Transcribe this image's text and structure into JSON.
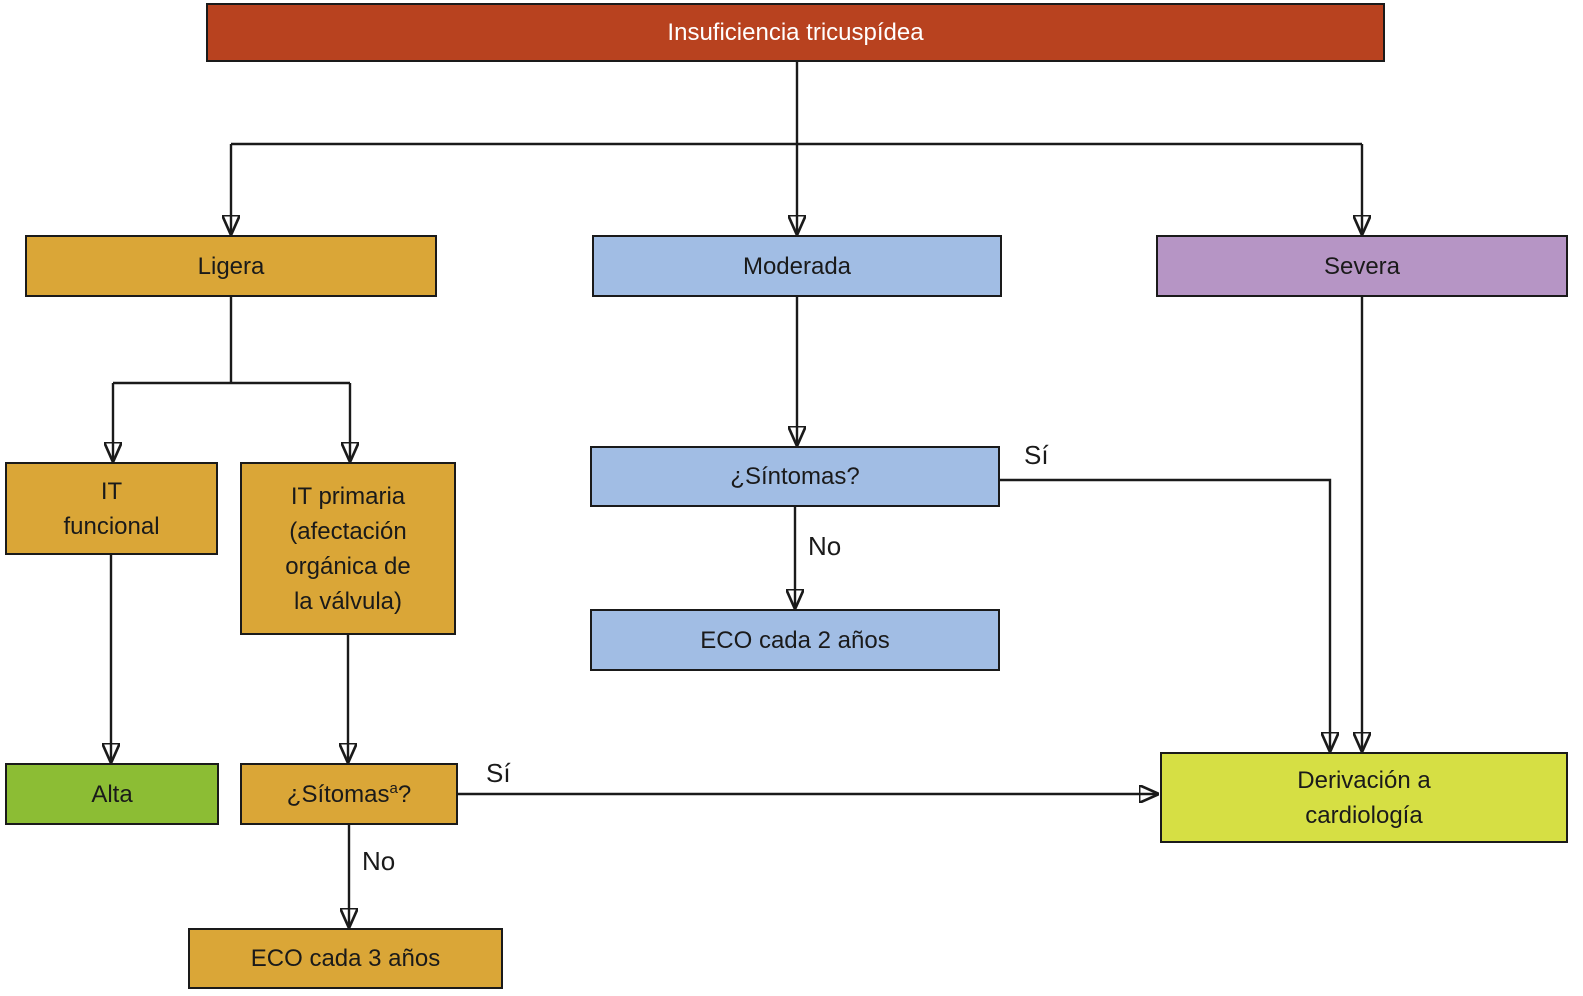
{
  "diagram": {
    "type": "clinical-flowchart",
    "language": "es",
    "nodes": {
      "title": "Insuficiencia tricuspídea",
      "ligera": "Ligera",
      "moderada": "Moderada",
      "severa": "Severa",
      "it_funcional": "IT\nfuncional",
      "it_primaria": "IT primaria\n(afectación\norgánica de\nla válvula)",
      "sintomas_moderada": "¿Síntomas?",
      "eco_cada_2": "ECO cada 2 años",
      "alta": "Alta",
      "sitomas_ligera": {
        "prefix": "¿Sítomas",
        "sup": "a",
        "suffix": "?"
      },
      "eco_cada_3": "ECO cada 3 años",
      "derivacion": "Derivación a\ncardiología"
    },
    "edge_labels": {
      "si_ligera": "Sí",
      "no_ligera": "No",
      "si_moderada": "Sí",
      "no_moderada": "No"
    },
    "colors": {
      "title_red": "#b8421f",
      "orange": "#daa637",
      "blue": "#a1bde4",
      "purple": "#b695c5",
      "green": "#8cbd34",
      "lime_yellow": "#d6df44",
      "line_and_border": "#1a1a1a",
      "title_text": "#ffffff"
    }
  }
}
